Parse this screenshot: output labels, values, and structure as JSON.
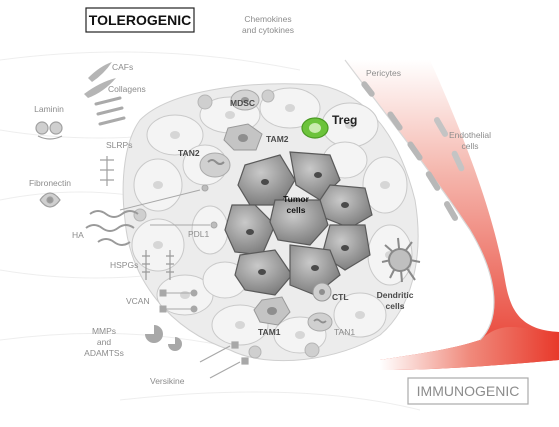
{
  "titles": {
    "tolerogenic": "TOLEROGENIC",
    "immunogenic": "IMMUNOGENIC"
  },
  "labels": {
    "cafs": "CAFs",
    "collagens": "Collagens",
    "laminin": "Laminin",
    "slrps": "SLRPs",
    "fibronectin": "Fibronectin",
    "ha": "HA",
    "hspgs": "HSPGs",
    "vcan": "VCAN",
    "mmps_line1": "MMPs",
    "mmps_line2": "and",
    "mmps_line3": "ADAMTSs",
    "versikine": "Versikine",
    "chemokines_line1": "Chemokines",
    "chemokines_line2": "and cytokines",
    "pericytes": "Pericytes",
    "endothelial_line1": "Endothelial",
    "endothelial_line2": "cells",
    "mdsc": "MDSC",
    "tam2_top": "TAM2",
    "tan2": "TAN2",
    "treg": "Treg",
    "tumor_line1": "Tumor",
    "tumor_line2": "cells",
    "pdl1": "PDL1",
    "ctl": "CTL",
    "dendritic_line1": "Dendritic",
    "dendritic_line2": "cells",
    "tam1": "TAM1",
    "tan1": "TAN1"
  },
  "colors": {
    "treg": "#6cc33b",
    "vessel": "#e8392b",
    "tumor": "#8a8a8a",
    "stroma": "#e4e4e4"
  }
}
